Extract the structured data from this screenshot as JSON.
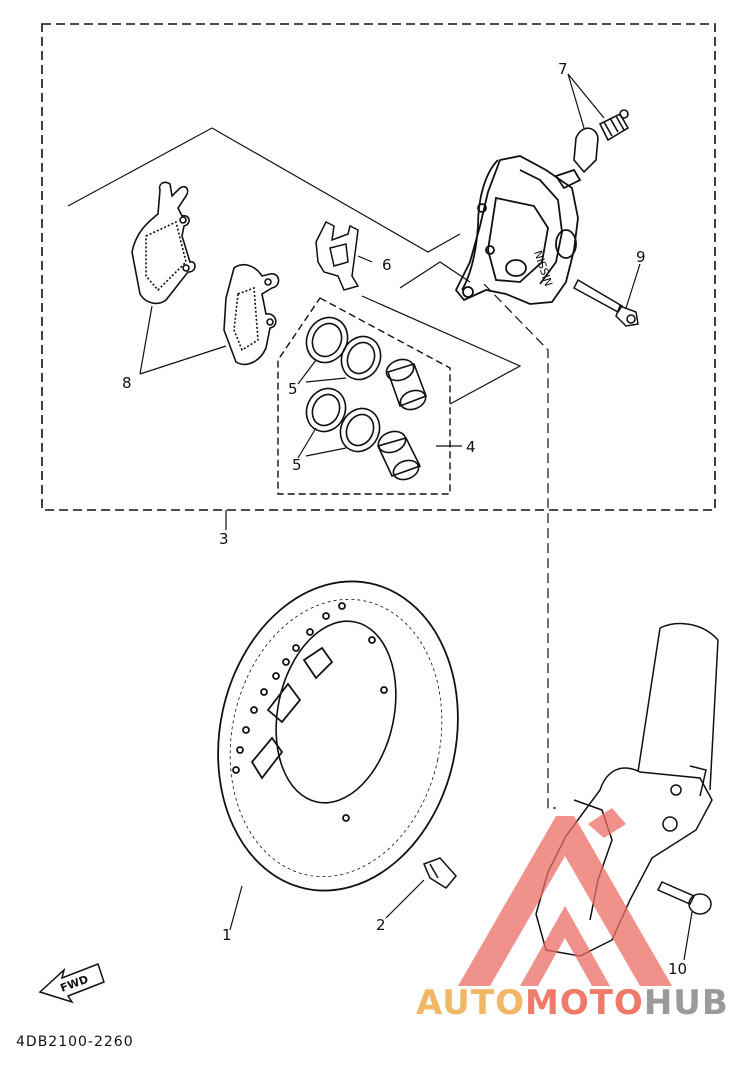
{
  "diagram": {
    "callouts": [
      {
        "id": "1",
        "label": "1"
      },
      {
        "id": "2",
        "label": "2"
      },
      {
        "id": "3",
        "label": "3"
      },
      {
        "id": "4",
        "label": "4"
      },
      {
        "id": "5a",
        "label": "5"
      },
      {
        "id": "5b",
        "label": "5"
      },
      {
        "id": "6",
        "label": "6"
      },
      {
        "id": "7",
        "label": "7"
      },
      {
        "id": "8",
        "label": "8"
      },
      {
        "id": "9",
        "label": "9"
      },
      {
        "id": "10",
        "label": "10"
      }
    ],
    "direction_tag": "FWD",
    "caliper_marking": "NISSIN",
    "drawing_number": "4DB2100-2260"
  },
  "watermark": {
    "part1": "AUTO",
    "part2": "MOTO",
    "part3": "HUB",
    "colors": {
      "auto": "#f2b766",
      "moto": "#ee7a6a",
      "hub": "#9a9a9a",
      "triangle": "#ec6c64"
    }
  }
}
